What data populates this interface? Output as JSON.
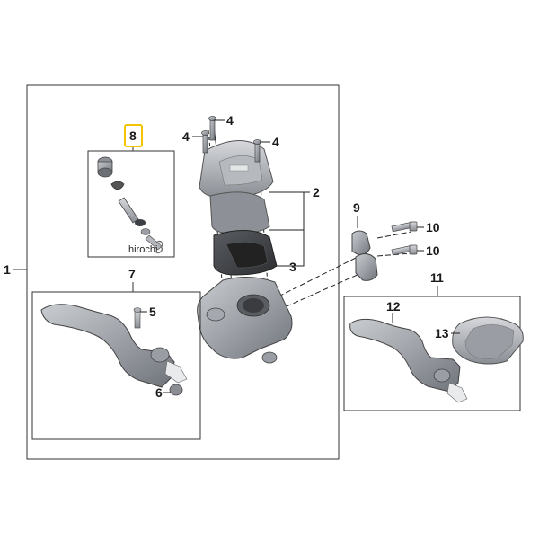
{
  "diagram": {
    "watermark": "hirochi",
    "highlight_color": "#f2c500",
    "callouts": {
      "c1": "1",
      "c2": "2",
      "c3": "3",
      "c4a": "4",
      "c4b": "4",
      "c4c": "4",
      "c5": "5",
      "c6": "6",
      "c7": "7",
      "c8": "8",
      "c9": "9",
      "c10a": "10",
      "c10b": "10",
      "c11": "11",
      "c12": "12",
      "c13": "13"
    },
    "highlighted_part": "8"
  }
}
